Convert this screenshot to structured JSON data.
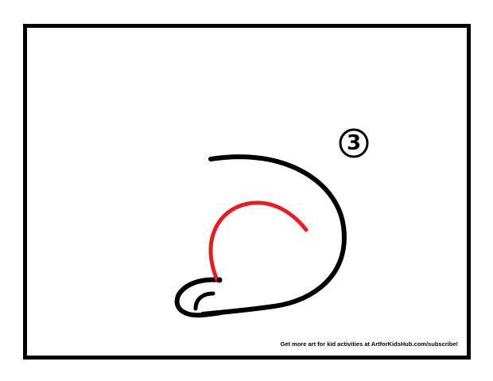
{
  "step": {
    "number": "3"
  },
  "colors": {
    "outline": "#000000",
    "new_stroke": "#e31e24",
    "background": "#ffffff"
  },
  "footer": {
    "promo_text": "Get more art for kid activities at ArtforKidsHub.com/subscribe!"
  },
  "drawing": {
    "existing_strokes": [
      "head-curve",
      "nose-loop",
      "mouth-hook"
    ],
    "new_strokes": [
      "face-inner-curve"
    ]
  }
}
